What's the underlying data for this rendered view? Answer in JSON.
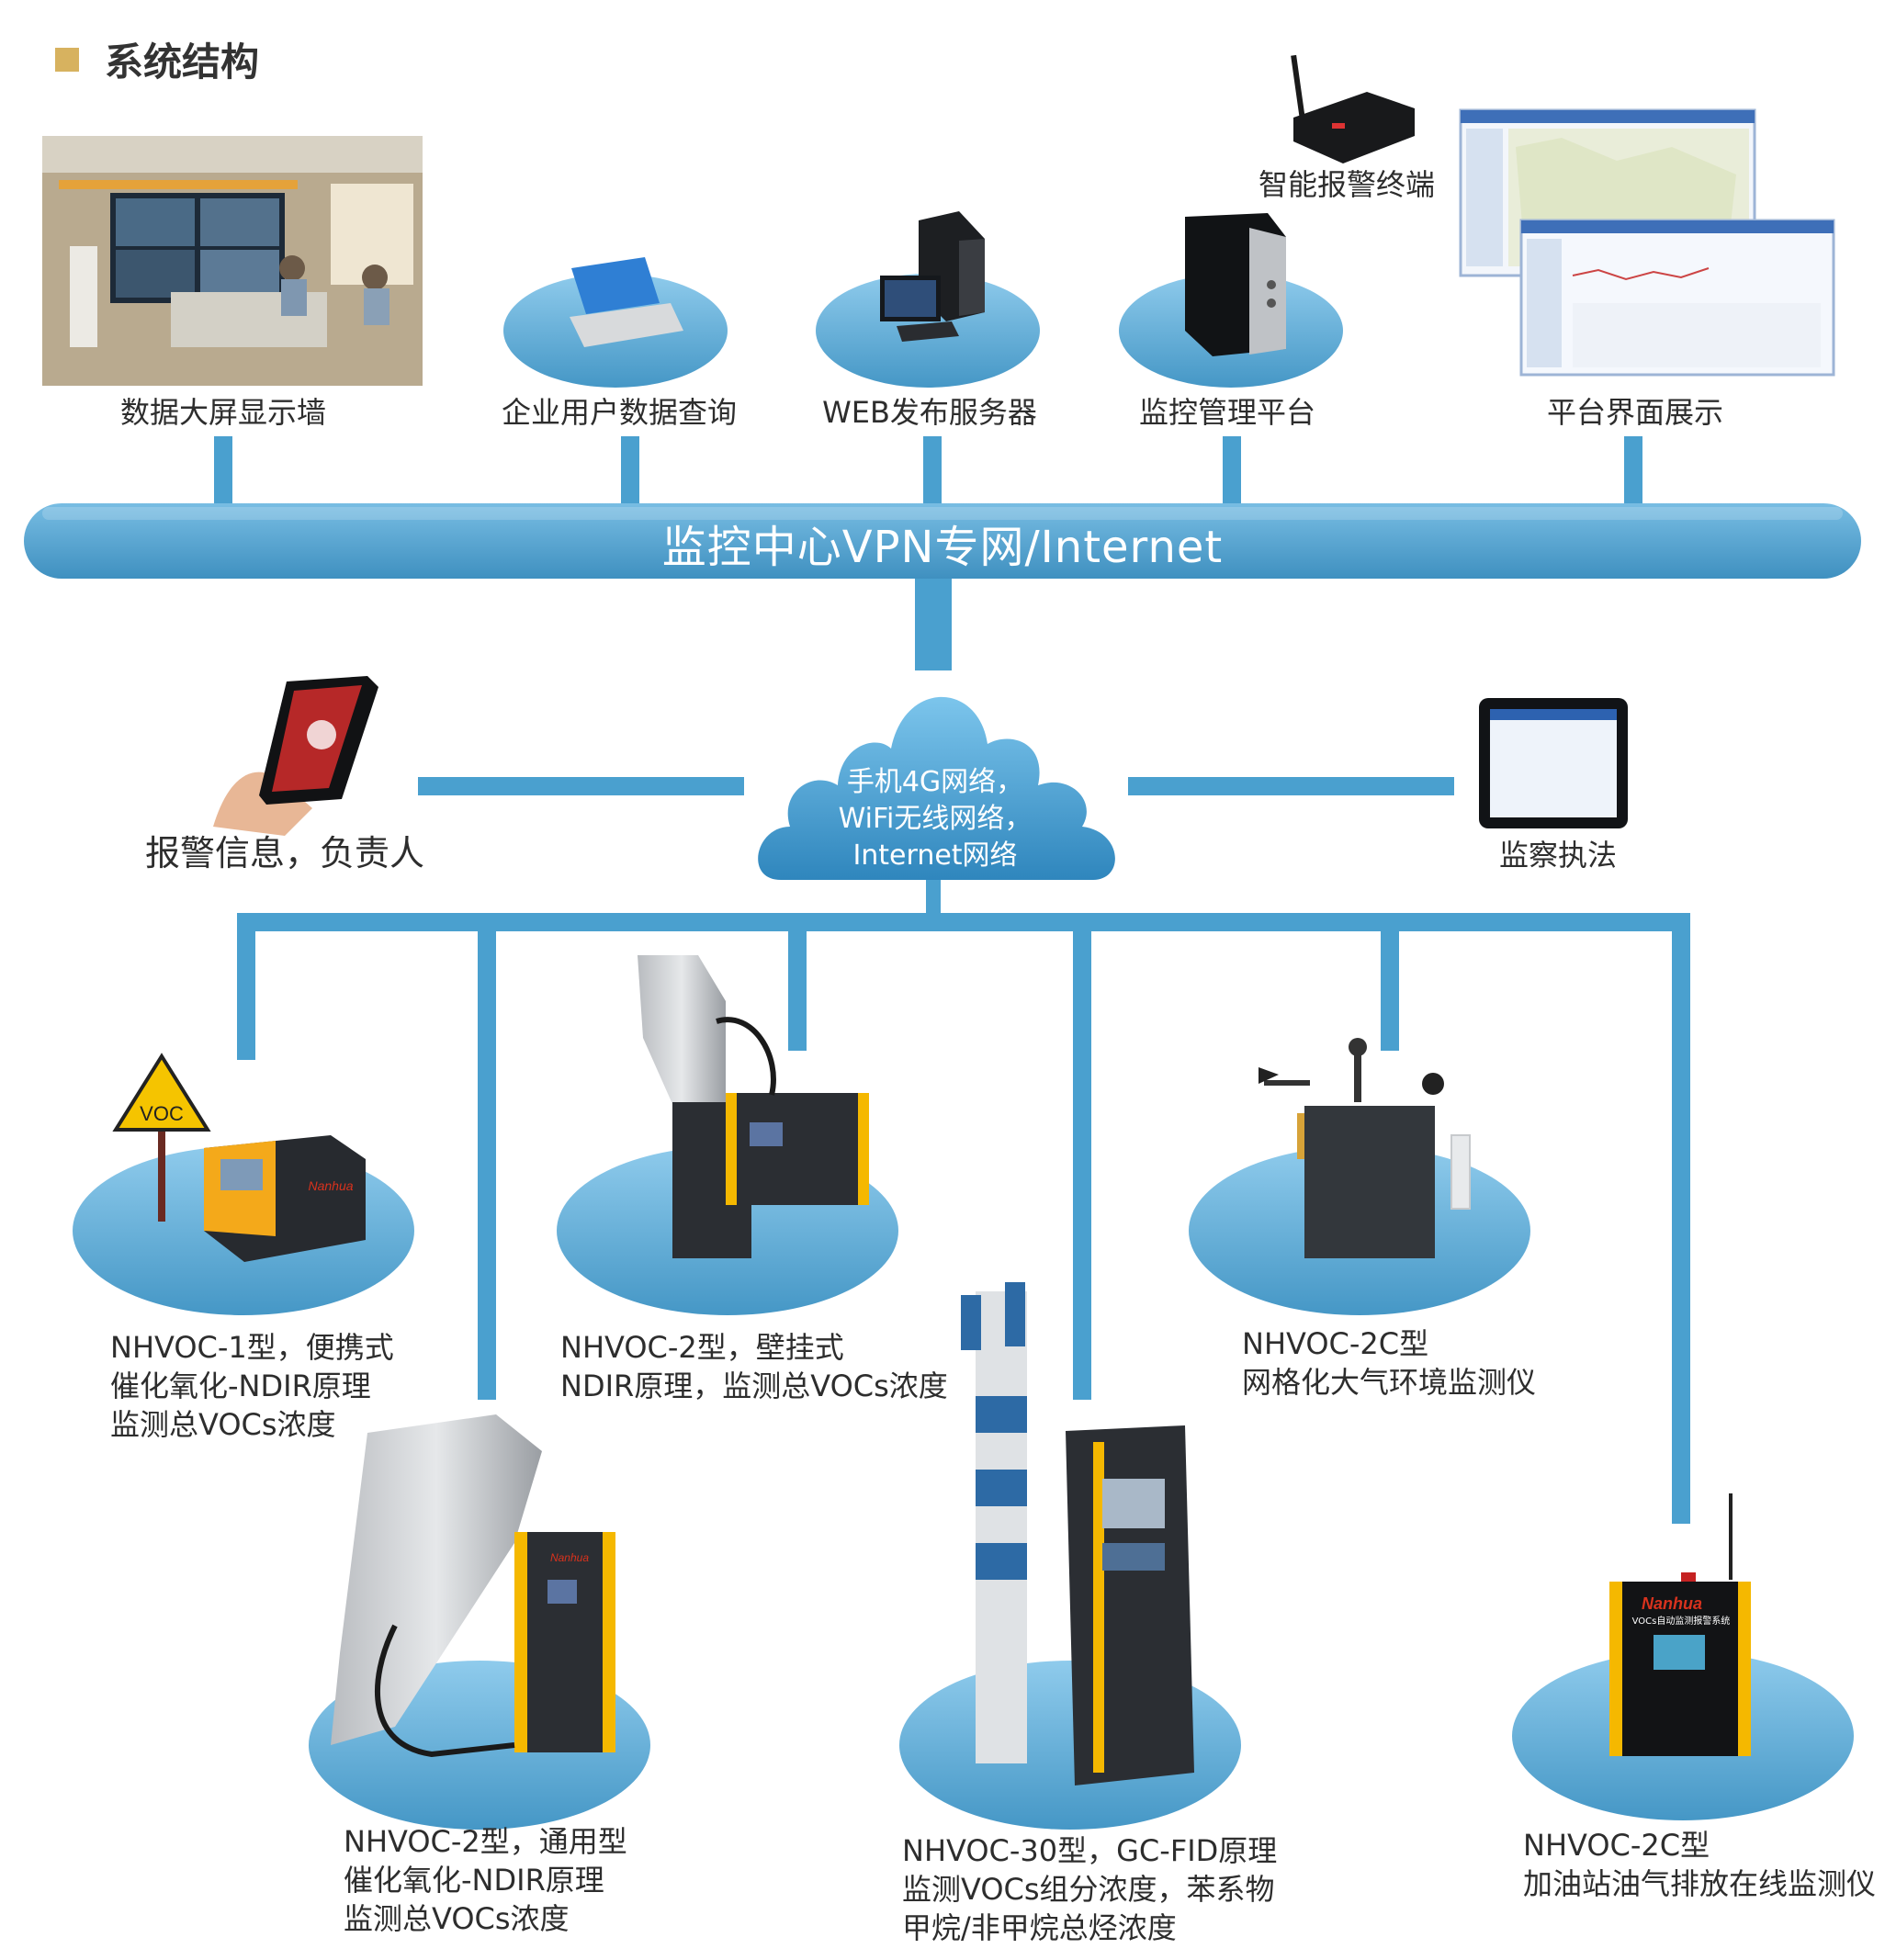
{
  "title": "系统结构",
  "bus_label": "监控中心VPN专网/Internet",
  "cloud_lines": [
    "手机4G网络，",
    "WiFi无线网络，",
    "Internet网络"
  ],
  "top_nodes": [
    {
      "label": "数据大屏显示墙"
    },
    {
      "label": "企业用户数据查询"
    },
    {
      "label": "WEB发布服务器"
    },
    {
      "label": "监控管理平台"
    },
    {
      "label": "平台界面展示"
    }
  ],
  "alarm_terminal": "智能报警终端",
  "side_nodes": {
    "left": "报警信息，负责人",
    "right": "监察执法"
  },
  "devices": [
    {
      "lines": [
        "NHVOC-1型，便携式",
        "催化氧化-NDIR原理",
        "监测总VOCs浓度"
      ],
      "sign": "VOC",
      "brand": "Nanhua"
    },
    {
      "lines": [
        "NHVOC-2型，壁挂式",
        "NDIR原理，监测总VOCs浓度"
      ]
    },
    {
      "lines": [
        "NHVOC-2C型",
        "网格化大气环境监测仪"
      ]
    },
    {
      "lines": [
        "NHVOC-2型，通用型",
        "催化氧化-NDIR原理",
        "监测总VOCs浓度"
      ],
      "brand": "Nanhua"
    },
    {
      "lines": [
        "NHVOC-30型，GC-FID原理",
        "监测VOCs组分浓度，苯系物",
        "甲烷/非甲烷总烃浓度"
      ]
    },
    {
      "lines": [
        "NHVOC-2C型",
        "加油站油气排放在线监测仪"
      ],
      "brand": "Nanhua",
      "panel_text": "VOCs自动监测报警系统"
    }
  ],
  "colors": {
    "accent": "#4aa0cf",
    "disc": "#5aaedb",
    "yellow": "#f5b800",
    "title_square": "#d7b25f"
  }
}
